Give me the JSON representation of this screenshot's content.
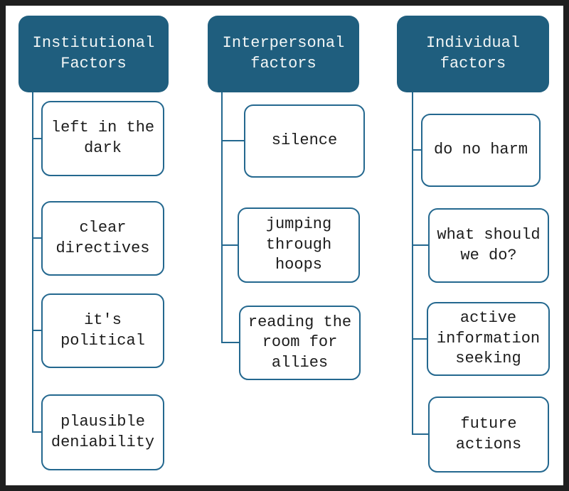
{
  "columns": [
    {
      "header": "Institutional Factors",
      "children": [
        "left in the dark",
        "clear directives",
        "it's political",
        "plausible deniability"
      ]
    },
    {
      "header": "Interpersonal factors",
      "children": [
        "silence",
        "jumping through hoops",
        "reading the room for allies"
      ]
    },
    {
      "header": "Individual factors",
      "children": [
        "do no harm",
        "what should we do?",
        "active information seeking",
        "future actions"
      ]
    }
  ],
  "colors": {
    "header_fill": "#1f5e7e",
    "header_text": "#f2f6f6",
    "box_border": "#24688f",
    "box_text": "#1c1c1c",
    "connector": "#24688f",
    "frame_border": "#1f1f1f",
    "background": "#ffffff"
  }
}
